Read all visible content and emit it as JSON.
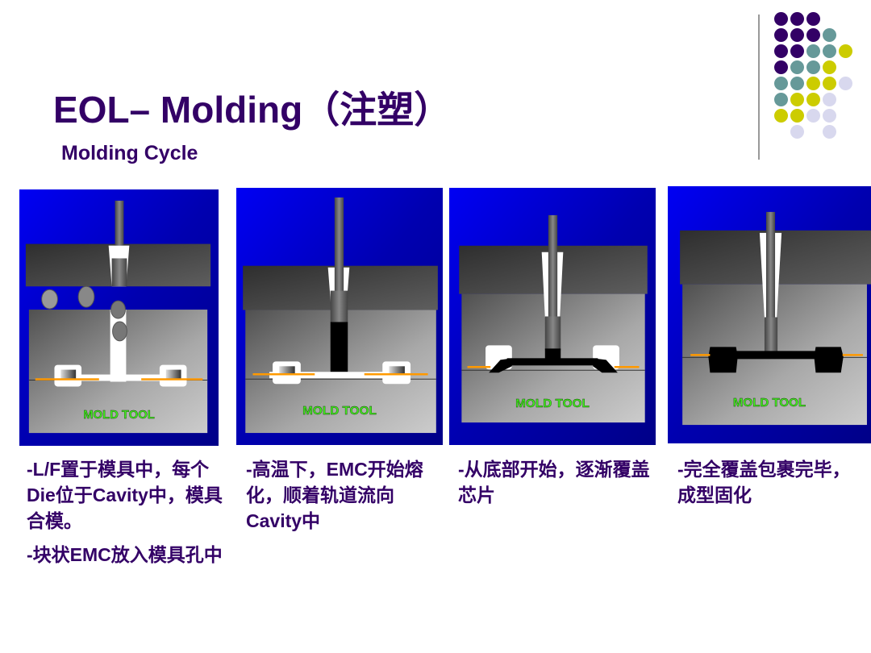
{
  "title": "EOL– Molding（注塑）",
  "subtitle": "Molding Cycle",
  "colors": {
    "text": "#330066",
    "purple": "#330066",
    "teal": "#669999",
    "yellow": "#cccc00",
    "lavender": "#d8d8ee",
    "panel_blue": "#0000e8",
    "mold_label": "#44ee22",
    "lead_orange": "#ff9900"
  },
  "decor_dots": [
    [
      "purple",
      "purple",
      "purple",
      null,
      null
    ],
    [
      "purple",
      "purple",
      "purple",
      "teal",
      null
    ],
    [
      "purple",
      "purple",
      "teal",
      "teal",
      "yellow"
    ],
    [
      "purple",
      "teal",
      "teal",
      "yellow",
      null
    ],
    [
      "teal",
      "teal",
      "yellow",
      "yellow",
      "lavender"
    ],
    [
      "teal",
      "yellow",
      "yellow",
      "lavender",
      null
    ],
    [
      "yellow",
      "yellow",
      "lavender",
      "lavender",
      null
    ],
    [
      null,
      "lavender",
      null,
      "lavender",
      null
    ]
  ],
  "steps": [
    {
      "label": "MOLD TOOL",
      "caption": [
        "-L/F置于模具中，每个Die位于Cavity中，模具合模。",
        "-块状EMC放入模具孔中"
      ]
    },
    {
      "label": "MOLD TOOL",
      "caption": [
        "-高温下，EMC开始熔化，顺着轨道流向Cavity中"
      ]
    },
    {
      "label": "MOLD TOOL",
      "caption": [
        "-从底部开始，逐渐覆盖芯片"
      ]
    },
    {
      "label": "MOLD TOOL",
      "caption": [
        "-完全覆盖包裹完毕，成型固化"
      ]
    }
  ]
}
